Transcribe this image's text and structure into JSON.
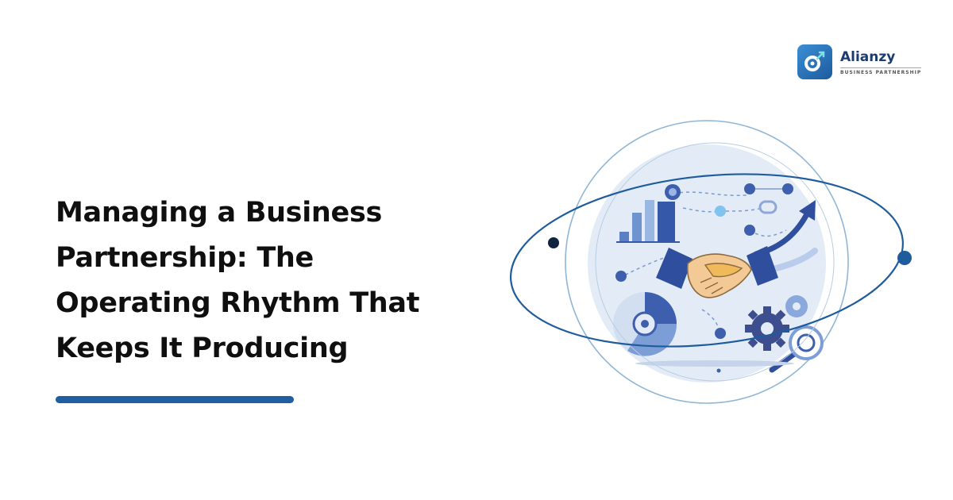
{
  "headline": "Managing a Business Partnership: The Operating Rhythm That Keeps It Producing",
  "brand": {
    "name": "Alianzy",
    "tagline": "BUSINESS PARTNERSHIP"
  },
  "colors": {
    "accent": "#1f5fa0",
    "brand_dark": "#1d3c6e",
    "brand_teal": "#5cc0d4",
    "illustration_bg": "#dfe8f3",
    "handshake_skin": "#f3c996"
  },
  "illustration": {
    "icons": [
      "bar-chart-icon",
      "handshake-icon",
      "growth-arrow-icon",
      "gear-icon",
      "magnifier-icon",
      "pie-chart-icon",
      "network-nodes-icon"
    ]
  }
}
